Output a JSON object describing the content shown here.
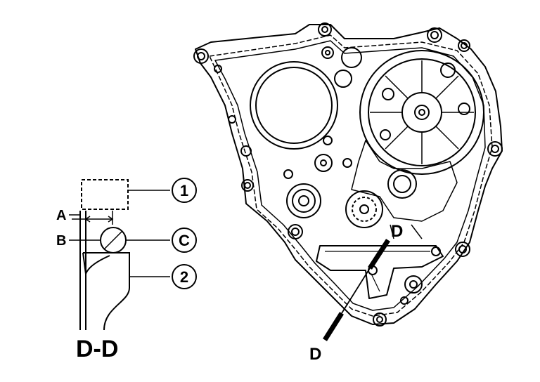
{
  "labels": {
    "callout_1": "1",
    "callout_2": "2",
    "callout_c": "C",
    "label_a": "A",
    "label_b": "B",
    "section_view_title": "D-D",
    "section_mark_top": "D",
    "section_mark_bottom": "D"
  },
  "colors": {
    "line": "#000000",
    "background": "#ffffff"
  }
}
